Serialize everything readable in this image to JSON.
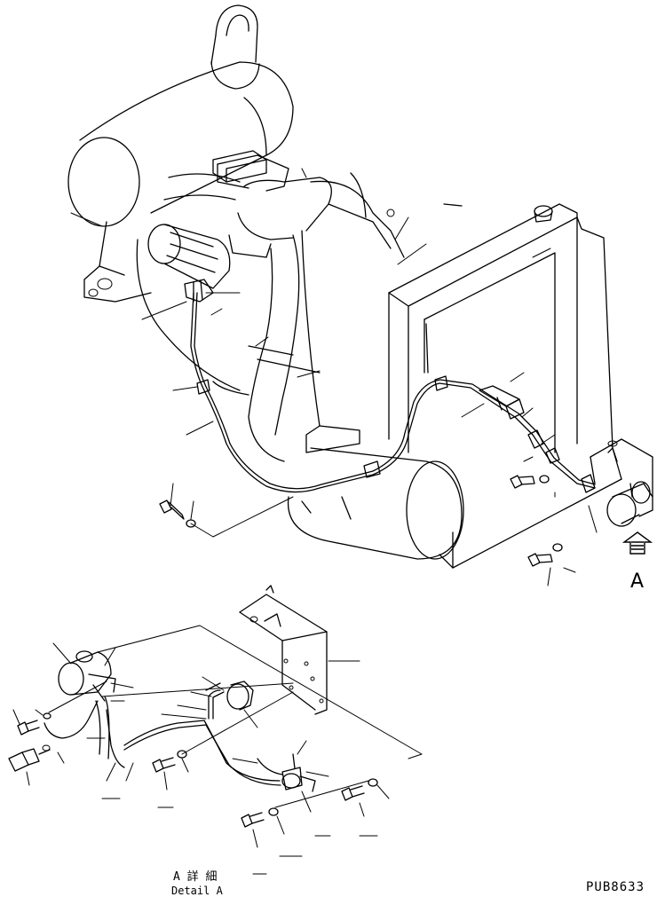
{
  "labels": {
    "view_arrow": "A",
    "detail_jp": "A 詳 細",
    "detail_en": "Detail A",
    "drawing_code": "PUB8633"
  }
}
